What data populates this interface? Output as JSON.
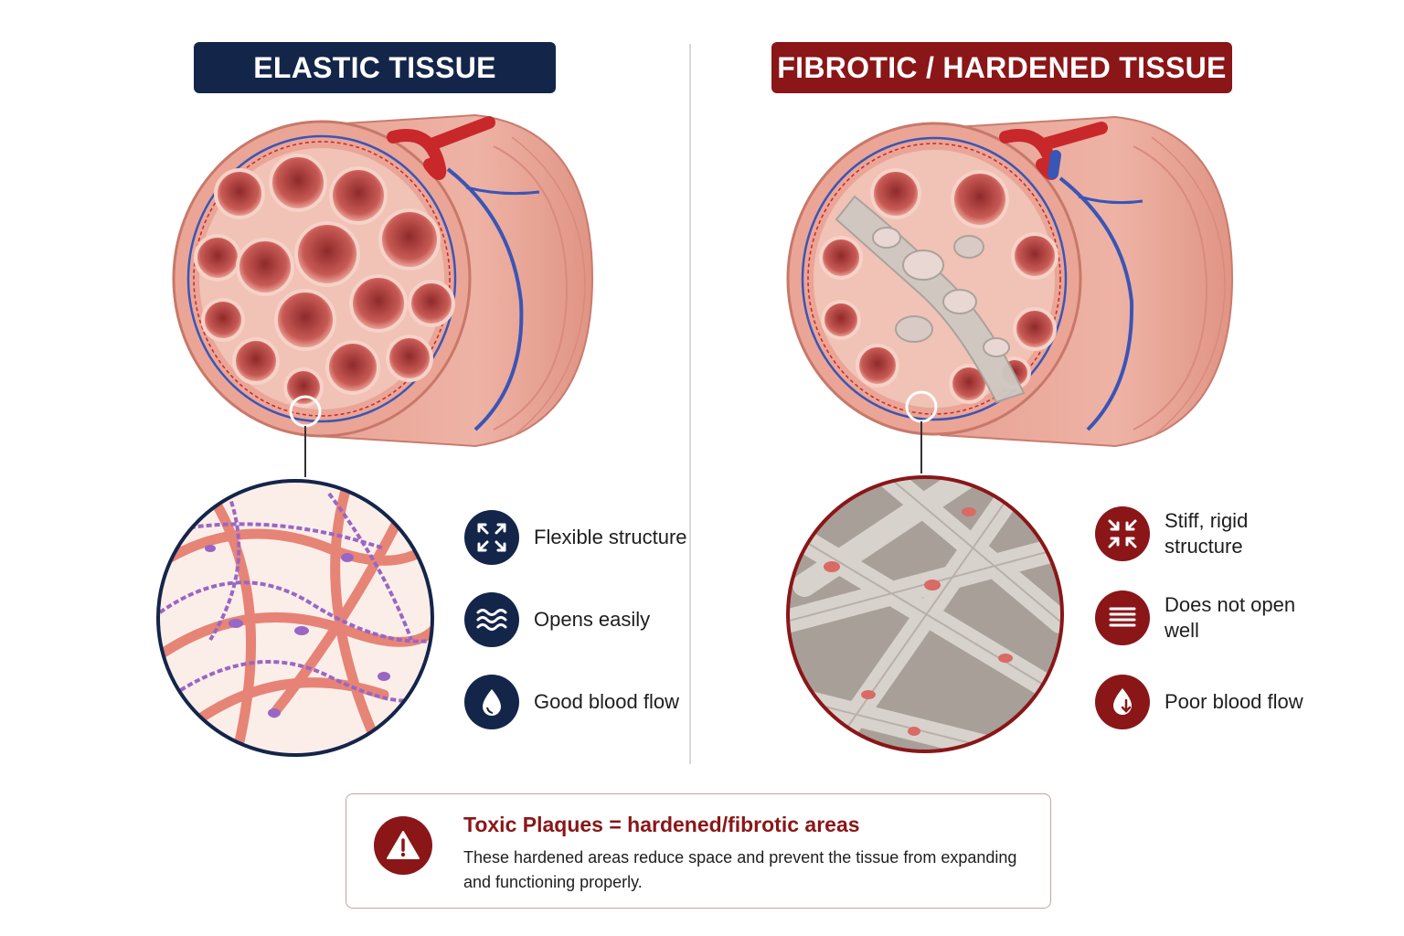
{
  "left_panel": {
    "title": "ELASTIC TISSUE",
    "features": [
      {
        "icon": "expand-arrows-icon",
        "label": "Flexible structure"
      },
      {
        "icon": "waves-icon",
        "label": "Opens easily"
      },
      {
        "icon": "water-drop-icon",
        "label": "Good blood flow"
      }
    ]
  },
  "right_panel": {
    "title": "FIBROTIC / HARDENED TISSUE",
    "features": [
      {
        "icon": "compress-arrows-icon",
        "label": "Stiff, rigid structure"
      },
      {
        "icon": "horizontal-lines-icon",
        "label": "Does not open well"
      },
      {
        "icon": "drop-down-arrow-icon",
        "label": "Poor blood flow"
      }
    ]
  },
  "callout": {
    "icon": "warning-icon",
    "title": "Toxic Plaques = hardened/fibrotic areas",
    "body": "These hardened areas reduce space and prevent the tissue from expanding and functioning properly."
  },
  "colors": {
    "navy": "#14254a",
    "dark_red": "#8a1618",
    "tissue_pink": "#e9a091",
    "vessel_blue": "#3a55b5",
    "vessel_red": "#c8282a",
    "fibrotic_gray": "#cfc8c2"
  }
}
